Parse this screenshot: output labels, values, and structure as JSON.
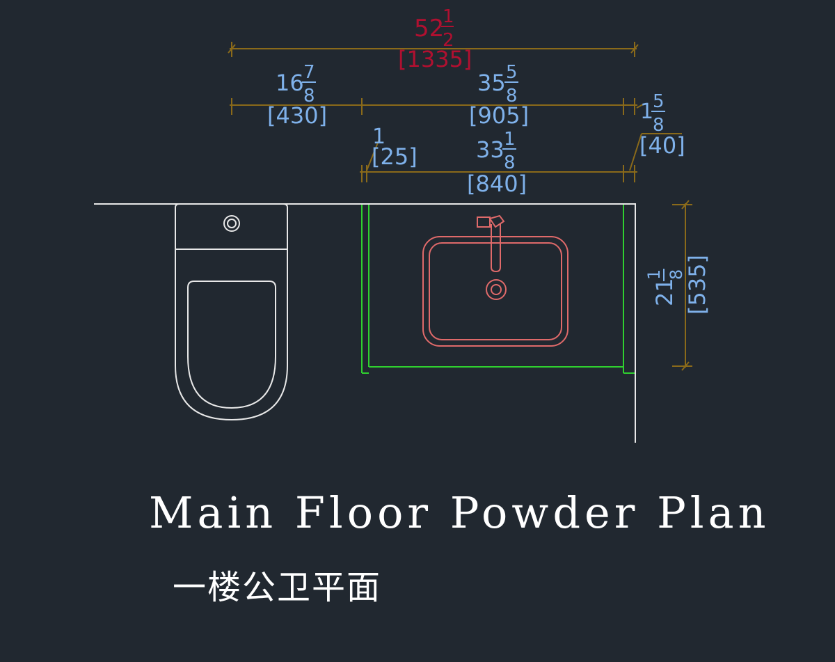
{
  "drawing": {
    "title": "Main Floor Powder Plan",
    "subtitle": "一楼公卫平面"
  },
  "dimensions": {
    "overall": {
      "whole": "52",
      "num": "1",
      "den": "2",
      "metric": "[1335]"
    },
    "left": {
      "whole": "16",
      "num": "7",
      "den": "8",
      "metric": "[430]"
    },
    "vanity": {
      "whole": "35",
      "num": "5",
      "den": "8",
      "metric": "[905]"
    },
    "right_gap": {
      "whole": "1",
      "num": "5",
      "den": "8",
      "metric": "[40]"
    },
    "left_side": {
      "whole": "",
      "num": "1",
      "den": "",
      "metric": "[25]"
    },
    "inner": {
      "whole": "33",
      "num": "1",
      "den": "8",
      "metric": "[840]"
    },
    "depth": {
      "whole": "21",
      "num": "1",
      "den": "8",
      "metric": "[535]"
    }
  },
  "colors": {
    "background": "#212830",
    "dimension_line": "#8a6a1a",
    "dimension_text": "#7fb1ea",
    "overall_text": "#b01030",
    "fixture": "#e8e8e8",
    "vanity": "#2fd02f",
    "basin": "#e06a6a"
  }
}
